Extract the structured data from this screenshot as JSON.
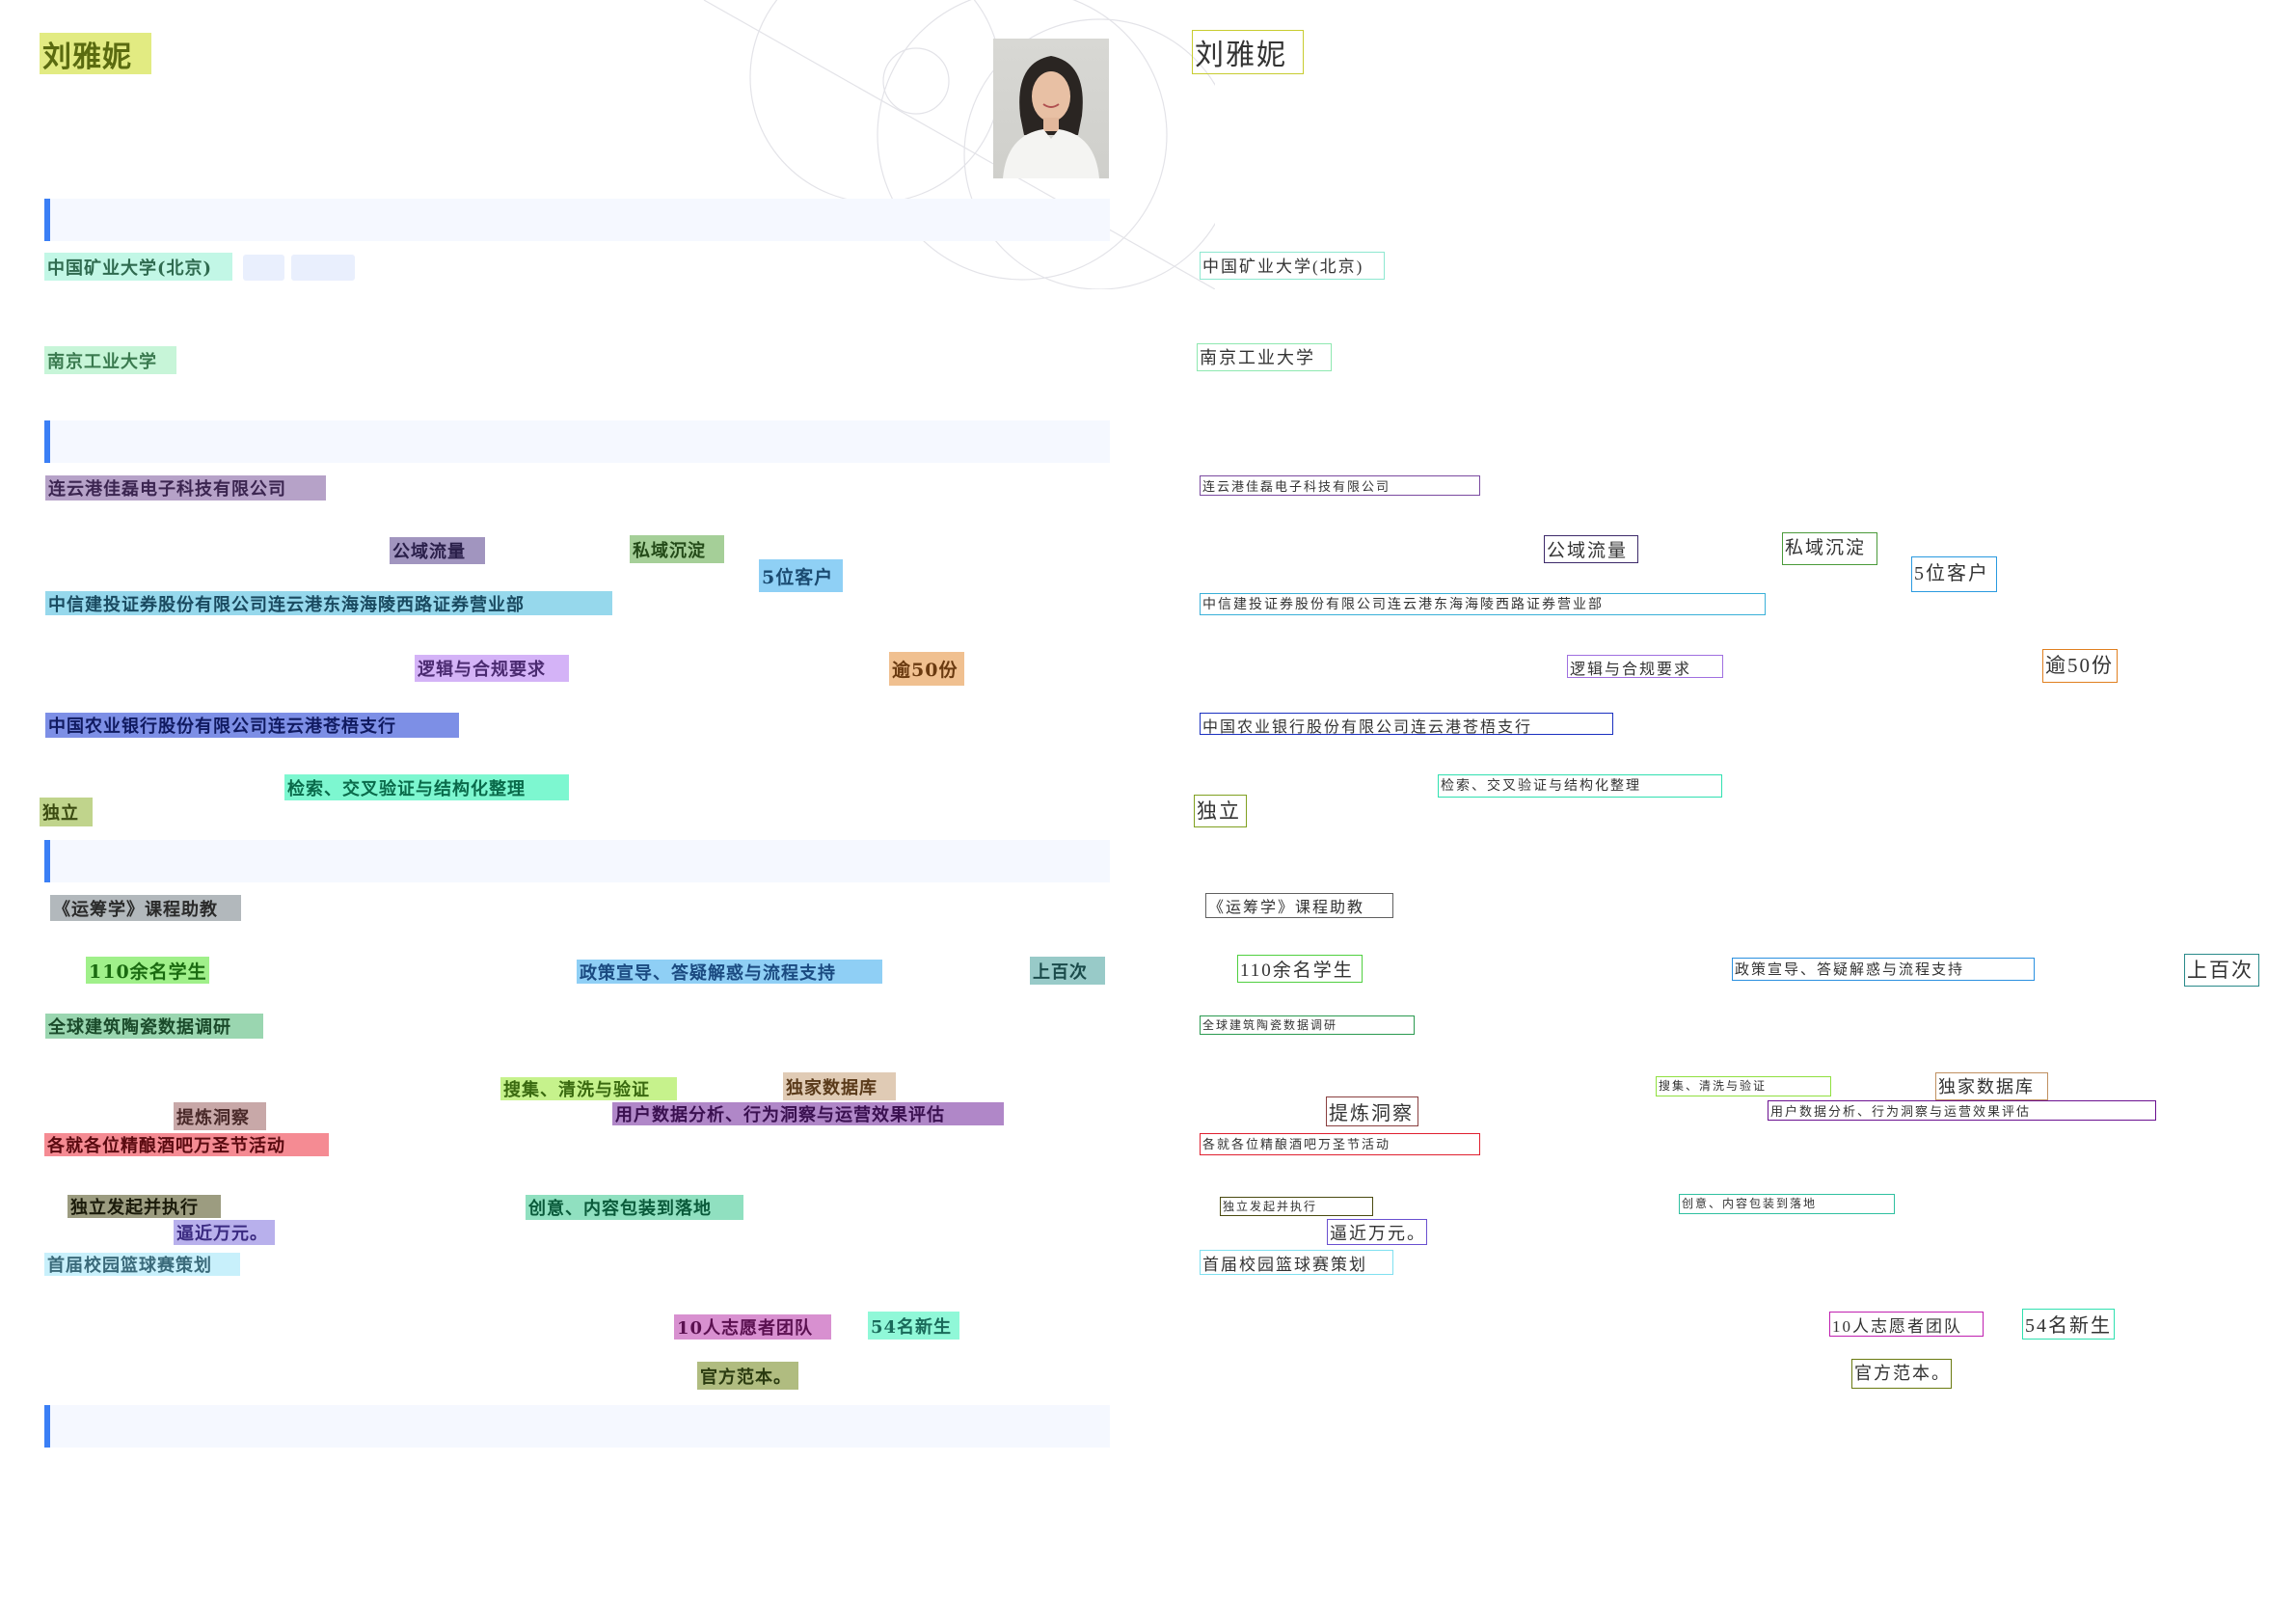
{
  "items": [
    {
      "text": "刘雅妮",
      "bg": "#e2eb82",
      "fg": "#5a6b10",
      "border": "#c8cc30"
    },
    {
      "text": "中国矿业大学(北京)",
      "bg": "#c2f7e6",
      "fg": "#2f6a4f",
      "border": "#8ee8d0"
    },
    {
      "text": "南京工业大学",
      "bg": "#c7f5d8",
      "fg": "#3a7a4f",
      "border": "#8ee8b0"
    },
    {
      "text": "连云港佳磊电子科技有限公司",
      "bg": "#b6a2c8",
      "fg": "#3b2550",
      "border": "#7a4aa0"
    },
    {
      "text": "公域流量",
      "bg": "#a195bf",
      "fg": "#2a1f4a",
      "border": "#3d2a6a"
    },
    {
      "text": "私域沉淀",
      "bg": "#a5cf98",
      "fg": "#234a18",
      "border": "#4a9a3a"
    },
    {
      "text": "5位客户",
      "bg": "#8fd0f5",
      "fg": "#1a4a70",
      "border": "#2a9ae0"
    },
    {
      "text": "中信建投证券股份有限公司连云港东海海陵西路证券营业部",
      "bg": "#96d8ec",
      "fg": "#1a4a60",
      "border": "#3ab0d8"
    },
    {
      "text": "逻辑与合规要求",
      "bg": "#d4b3f7",
      "fg": "#4a2a70",
      "border": "#a070e0"
    },
    {
      "text": "逾50份",
      "bg": "#f0c090",
      "fg": "#6a3a10",
      "border": "#e08020"
    },
    {
      "text": "中国农业银行股份有限公司连云港苍梧支行",
      "bg": "#7d8fe6",
      "fg": "#101a60",
      "border": "#1a30c0"
    },
    {
      "text": "检索、交叉验证与结构化整理",
      "bg": "#7df7d0",
      "fg": "#0a6a4a",
      "border": "#30e0b0"
    },
    {
      "text": "独立",
      "bg": "#c0d48c",
      "fg": "#3a4a10",
      "border": "#80a020"
    },
    {
      "text": "《运筹学》课程助教",
      "bg": "#b2b8bc",
      "fg": "#2a2a2a",
      "border": "#606060"
    },
    {
      "text": "110余名学生",
      "bg": "#a0f08a",
      "fg": "#1a6a10",
      "border": "#50d040"
    },
    {
      "text": "政策宣导、答疑解惑与流程支持",
      "bg": "#8fcff5",
      "fg": "#1a4a80",
      "border": "#2a90e0"
    },
    {
      "text": "上百次",
      "bg": "#98cac8",
      "fg": "#1a4a4a",
      "border": "#2a8a8a"
    },
    {
      "text": "全球建筑陶瓷数据调研",
      "bg": "#9ad6b0",
      "fg": "#1a4a2a",
      "border": "#2a9a50"
    },
    {
      "text": "搜集、清洗与验证",
      "bg": "#c6f28c",
      "fg": "#3a6a10",
      "border": "#90e040"
    },
    {
      "text": "独家数据库",
      "bg": "#e0cbb5",
      "fg": "#5a3a1a",
      "border": "#c09060"
    },
    {
      "text": "提炼洞察",
      "bg": "#c8a8a8",
      "fg": "#4a2a2a",
      "border": "#8a4040"
    },
    {
      "text": "用户数据分析、行为洞察与运营效果评估",
      "bg": "#b087c8",
      "fg": "#3a1050",
      "border": "#6a1090"
    },
    {
      "text": "各就各位精酿酒吧万圣节活动",
      "bg": "#f58b93",
      "fg": "#5a0a10",
      "border": "#e02030"
    },
    {
      "text": "独立发起并执行",
      "bg": "#9c9c80",
      "fg": "#1a1a0a",
      "border": "#4a4a10"
    },
    {
      "text": "创意、内容包装到落地",
      "bg": "#90e0c0",
      "fg": "#0a5a3a",
      "border": "#30c0a0"
    },
    {
      "text": "逼近万元。",
      "bg": "#b8b0ec",
      "fg": "#3a2a80",
      "border": "#6a50d0"
    },
    {
      "text": "首届校园篮球赛策划",
      "bg": "#c8f0fb",
      "fg": "#3a6a7a",
      "border": "#80e0f0"
    },
    {
      "text": "10人志愿者团队",
      "bg": "#d890d0",
      "fg": "#5a1050",
      "border": "#c020b0"
    },
    {
      "text": "54名新生",
      "bg": "#90f8d8",
      "fg": "#1a6a5a",
      "border": "#30e0b0"
    },
    {
      "text": "官方范本。",
      "bg": "#b0bc80",
      "fg": "#2a3a10",
      "border": "#6a7a10"
    }
  ],
  "accent": "#3b7ff5"
}
